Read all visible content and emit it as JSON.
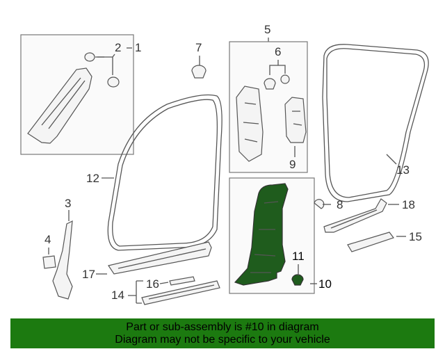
{
  "diagram": {
    "highlight_color": "#1f5c1d",
    "callouts": {
      "c1": "1",
      "c2": "2",
      "c3": "3",
      "c4": "4",
      "c5": "5",
      "c6": "6",
      "c7": "7",
      "c8": "8",
      "c9": "9",
      "c10": "10",
      "c11": "11",
      "c12": "12",
      "c13": "13",
      "c14": "14",
      "c15": "15",
      "c16": "16",
      "c17": "17",
      "c18": "18"
    }
  },
  "banner": {
    "line1": "Part or sub-assembly is #10 in diagram",
    "line2": "Diagram may not be specific to your vehicle",
    "background": "#1c7a10"
  }
}
